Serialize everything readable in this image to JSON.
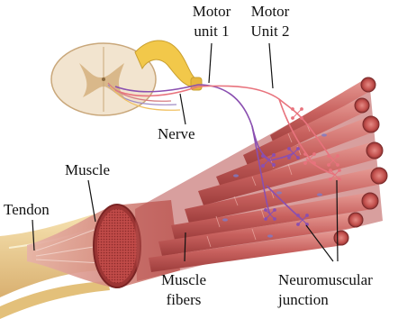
{
  "labels": {
    "motor_unit_1": [
      "Motor",
      "unit 1"
    ],
    "motor_unit_2": [
      "Motor",
      "Unit 2"
    ],
    "nerve": "Nerve",
    "muscle": "Muscle",
    "tendon": "Tendon",
    "muscle_fibers": [
      "Muscle",
      "fibers"
    ],
    "neuromuscular_junction": [
      "Neuromuscular",
      "junction"
    ]
  },
  "colors": {
    "motor_unit_1_axon": "#8a4fb0",
    "motor_unit_2_axon": "#e8737d",
    "nerve_sheath": "#f2c84a",
    "muscle_fiber": "#c8615e",
    "muscle_belly": "#b8504e",
    "tendon": "#e9c98a",
    "spinal_cord_white": "#f2e4cf",
    "spinal_cord_gray": "#d9b88a"
  }
}
